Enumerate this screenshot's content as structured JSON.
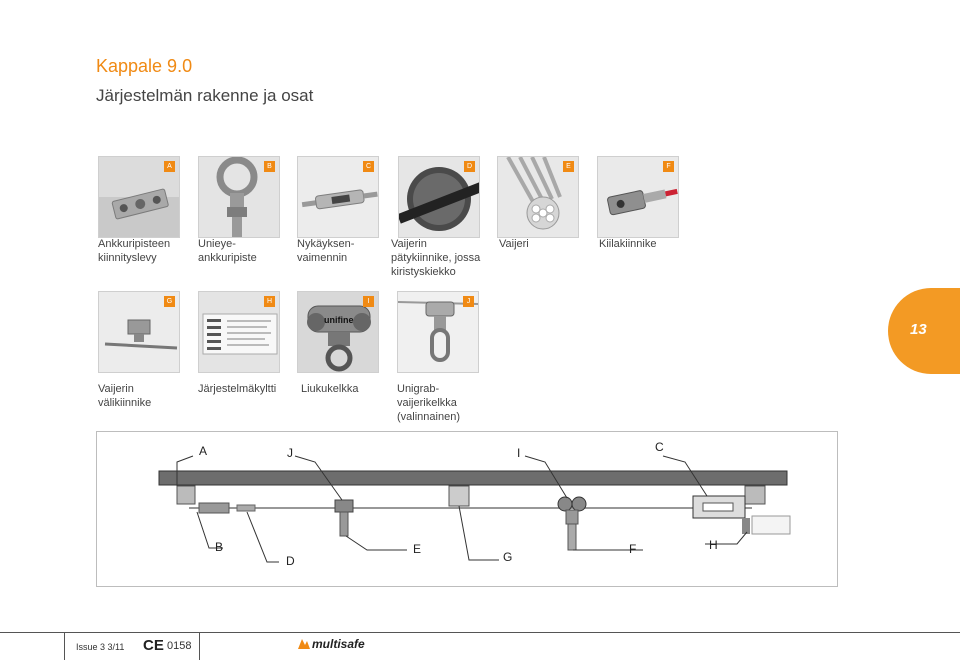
{
  "header": {
    "chapter": "Kappale 9.0",
    "subtitle": "Järjestelmän rakenne ja osat"
  },
  "row1": [
    {
      "badge": "A",
      "caption": [
        "Ankkuripisteen",
        "kiinnityslevy"
      ]
    },
    {
      "badge": "B",
      "caption": [
        "Unieye-",
        "ankkuripiste"
      ]
    },
    {
      "badge": "C",
      "caption": [
        "Nykäyksen-",
        "vaimennin"
      ]
    },
    {
      "badge": "D",
      "caption": [
        "Vaijerin",
        "pätykiinnike, jossa",
        "kiristyskiekko"
      ]
    },
    {
      "badge": "E",
      "caption": [
        "Vaijeri"
      ]
    },
    {
      "badge": "F",
      "caption": [
        "Kiilakiinnike"
      ]
    }
  ],
  "row2": [
    {
      "badge": "G",
      "caption": [
        "Vaijerin",
        "välikiinnike"
      ]
    },
    {
      "badge": "H",
      "caption": [
        "Järjestelmäkyltti"
      ]
    },
    {
      "badge": "I",
      "caption": [
        "Liukukelkka"
      ]
    },
    {
      "badge": "J",
      "caption": [
        "Unigrab-",
        "vaijerikelkka",
        "(valinnainen)"
      ]
    }
  ],
  "page_tab": "13",
  "product_text": {
    "unifine": "unifine"
  },
  "diagram_labels": {
    "A": "A",
    "J": "J",
    "I": "I",
    "C": "C",
    "B": "B",
    "D": "D",
    "E": "E",
    "G": "G",
    "F": "F",
    "H": "H"
  },
  "footer": {
    "issue": "Issue 3 3/11",
    "ce_mark": "CE",
    "ce_number": "0158",
    "brand": "multisafe"
  },
  "colors": {
    "accent": "#f08a14",
    "tab": "#f39a24"
  }
}
